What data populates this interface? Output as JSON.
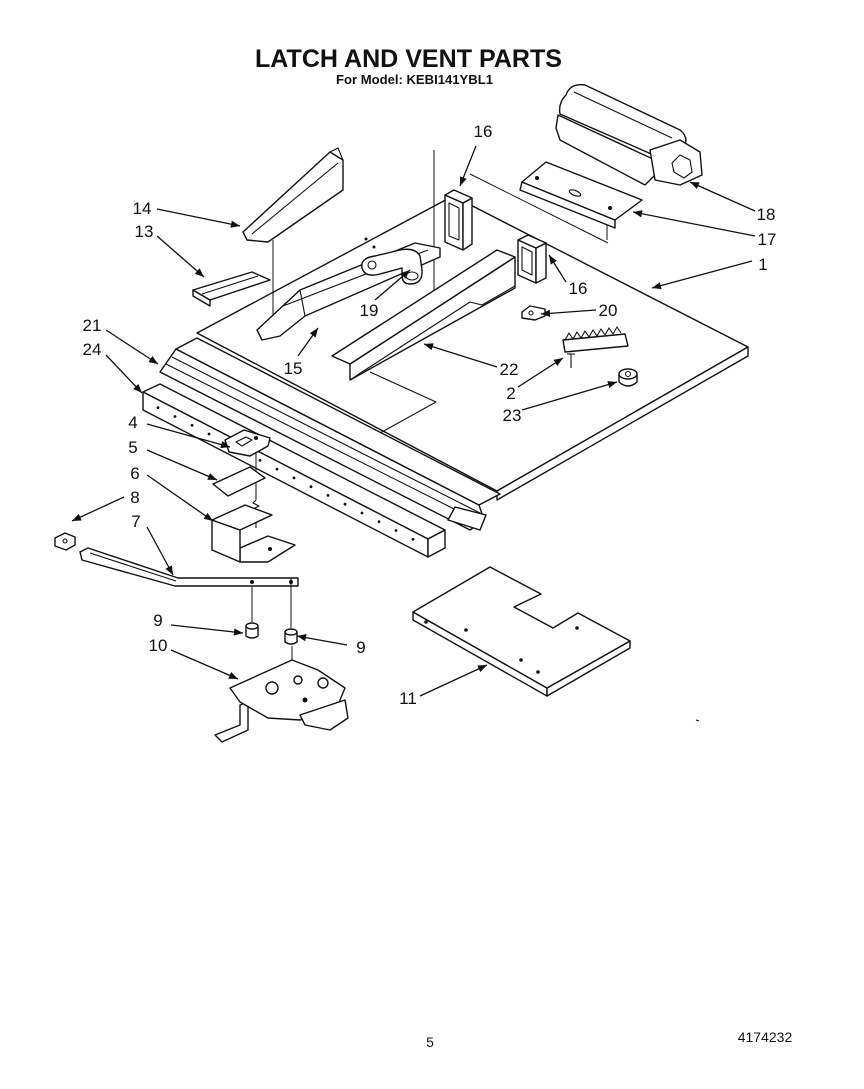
{
  "title": "LATCH AND VENT PARTS",
  "subtitle": "For Model: KEBI141YBL1",
  "callouts": [
    "16",
    "14",
    "13",
    "18",
    "17",
    "1",
    "16",
    "20",
    "19",
    "21",
    "24",
    "15",
    "22",
    "2",
    "23",
    "4",
    "5",
    "6",
    "8",
    "7",
    "9",
    "10",
    "9",
    "11"
  ],
  "footer": {
    "page_number": "5",
    "doc_number": "4174232"
  }
}
